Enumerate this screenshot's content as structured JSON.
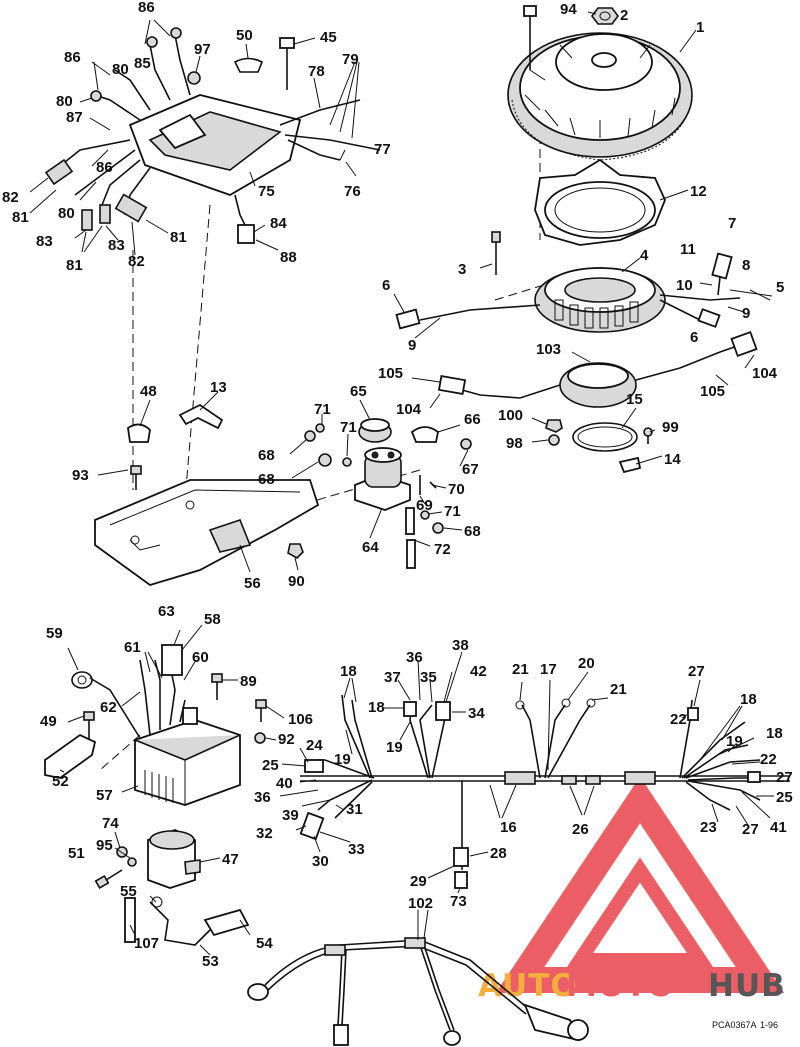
{
  "diagram": {
    "part_numbers": [
      "1",
      "2",
      "3",
      "4",
      "5",
      "6",
      "7",
      "8",
      "9",
      "10",
      "11",
      "12",
      "13",
      "14",
      "15",
      "16",
      "17",
      "18",
      "19",
      "20",
      "21",
      "22",
      "23",
      "24",
      "25",
      "26",
      "27",
      "28",
      "29",
      "30",
      "31",
      "32",
      "33",
      "34",
      "35",
      "36",
      "37",
      "38",
      "39",
      "40",
      "41",
      "42",
      "45",
      "47",
      "48",
      "49",
      "50",
      "51",
      "52",
      "53",
      "54",
      "55",
      "56",
      "57",
      "58",
      "59",
      "60",
      "61",
      "62",
      "63",
      "64",
      "65",
      "66",
      "67",
      "68",
      "69",
      "70",
      "71",
      "72",
      "73",
      "74",
      "75",
      "76",
      "77",
      "78",
      "79",
      "80",
      "81",
      "82",
      "83",
      "84",
      "85",
      "86",
      "87",
      "88",
      "89",
      "90",
      "92",
      "93",
      "94",
      "95",
      "97",
      "98",
      "99",
      "100",
      "102",
      "103",
      "104",
      "105",
      "106",
      "107"
    ],
    "figure_code": "PCA0367A",
    "revision": "1-96"
  },
  "watermark": {
    "part1": "AUTO",
    "part2": "MOTO",
    "part3": "HUB",
    "color_triangle": "#e8434b",
    "color_auto": "#f2a11c",
    "color_moto": "#e8434b",
    "color_hub": "#3a3a3a"
  }
}
